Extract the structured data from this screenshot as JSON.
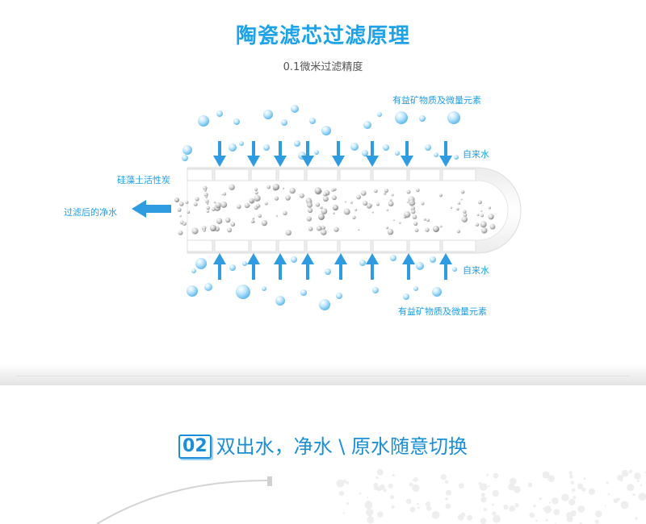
{
  "title": "陶瓷滤芯过滤原理",
  "subtitle": "0.1微米过滤精度",
  "labels": {
    "minerals_top": "有益矿物质及微量元素",
    "tap_top": "自来水",
    "diatomite": "硅藻土活性炭",
    "output": "过滤后的净水",
    "tap_bottom": "自来水",
    "minerals_bottom": "有益矿物质及微量元素"
  },
  "section2": {
    "number": "02",
    "title": "双出水，净水 \\ 原水随意切换"
  },
  "colors": {
    "accent": "#1ea3e8",
    "arrow": "#2f9be0",
    "bubble": "#7fc9f0"
  }
}
